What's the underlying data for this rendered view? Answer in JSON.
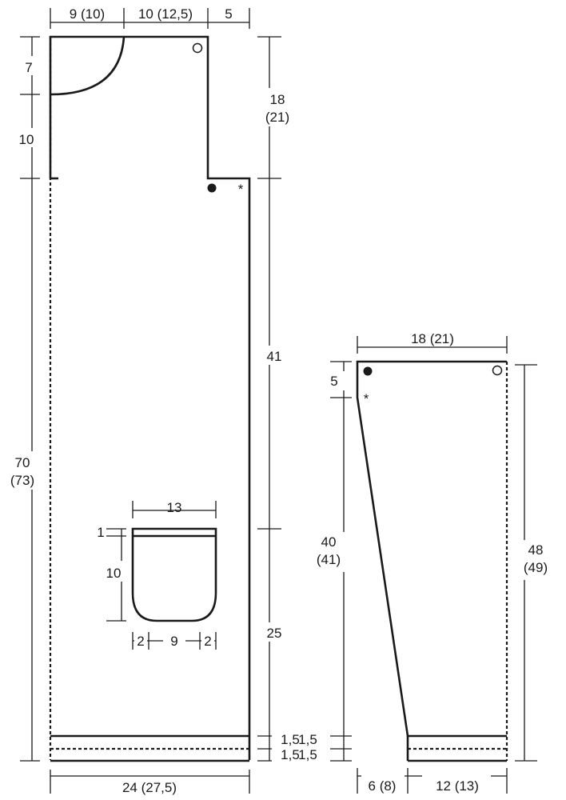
{
  "front": {
    "top_widths": [
      "9 (10)",
      "10 (12,5)",
      "5"
    ],
    "neck_depth": "7",
    "armhole_left": "10",
    "armhole_height": [
      "18",
      "(21)"
    ],
    "upper_body": "41",
    "lower_body": "25",
    "total_length": [
      "70",
      "(73)"
    ],
    "band_top": [
      "1,5",
      "1,5"
    ],
    "band_bottom": [
      "1,5",
      "1,5"
    ],
    "bottom_width": "24 (27,5)"
  },
  "pocket": {
    "width": "13",
    "band": "1",
    "height": "10",
    "bottom_parts": [
      "2",
      "9",
      "2"
    ]
  },
  "sleeve": {
    "top_width": "18 (21)",
    "top_depth": "5",
    "slope_length": [
      "40",
      "(41)"
    ],
    "total_length": [
      "48",
      "(49)"
    ],
    "bottom_parts": [
      "6 (8)",
      "12 (13)"
    ]
  },
  "markers": {
    "star": "*"
  }
}
